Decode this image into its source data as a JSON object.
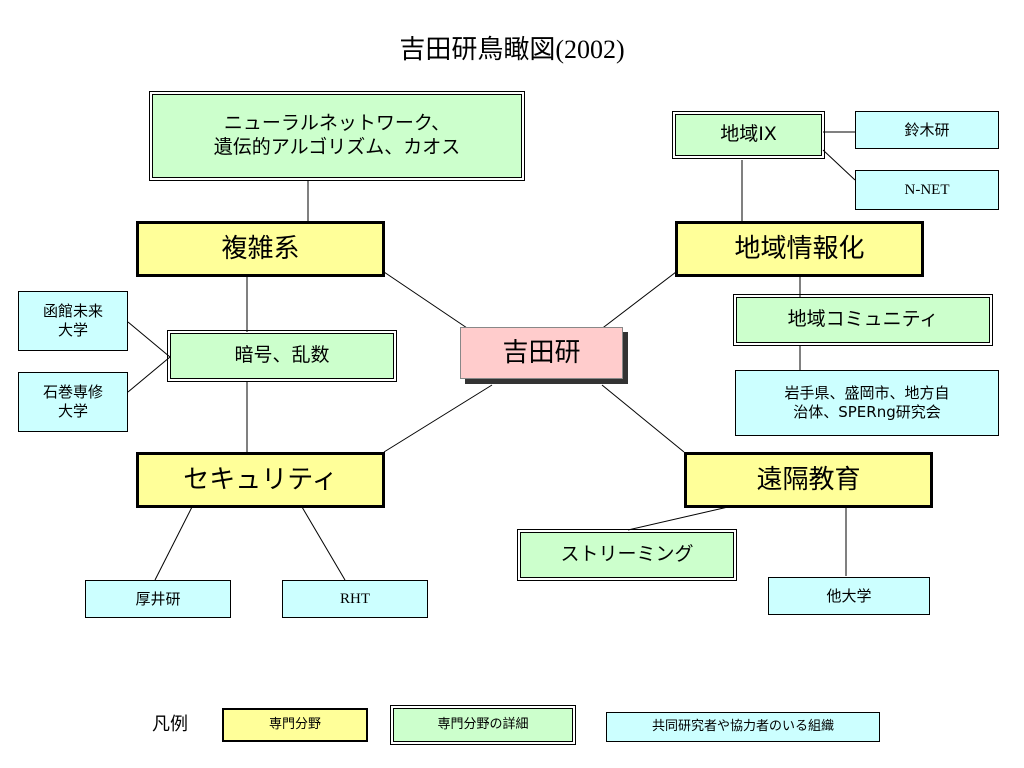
{
  "title": "吉田研鳥瞰図(2002)",
  "center": "吉田研",
  "nodes": {
    "fukuzatsu": "複雑系",
    "neural": [
      "ニューラルネットワーク、",
      "遺伝的アルゴリズム、カオス"
    ],
    "angou": "暗号、乱数",
    "hakodate": [
      "函館未来",
      "大学"
    ],
    "ishinomaki": [
      "石巻専修",
      "大学"
    ],
    "security": "セキュリティ",
    "atsui": "厚井研",
    "rht": "RHT",
    "chiiki_ix": "地域IX",
    "suzuki": "鈴木研",
    "nnet": "N-NET",
    "chiiki_johoka": "地域情報化",
    "community": "地域コミュニティ",
    "iwate": [
      "岩手県、盛岡市、地方自",
      "治体、SPERng研究会"
    ],
    "enkaku": "遠隔教育",
    "streaming": "ストリーミング",
    "other_univ": "他大学"
  },
  "legend": {
    "label": "凡例",
    "main": "専門分野",
    "detail": "専門分野の詳細",
    "collab": "共同研究者や協力者のいる組織"
  },
  "colors": {
    "main": "#ffff99",
    "detail": "#ccffcc",
    "collab": "#ccffff",
    "center": "#ffcccc"
  }
}
